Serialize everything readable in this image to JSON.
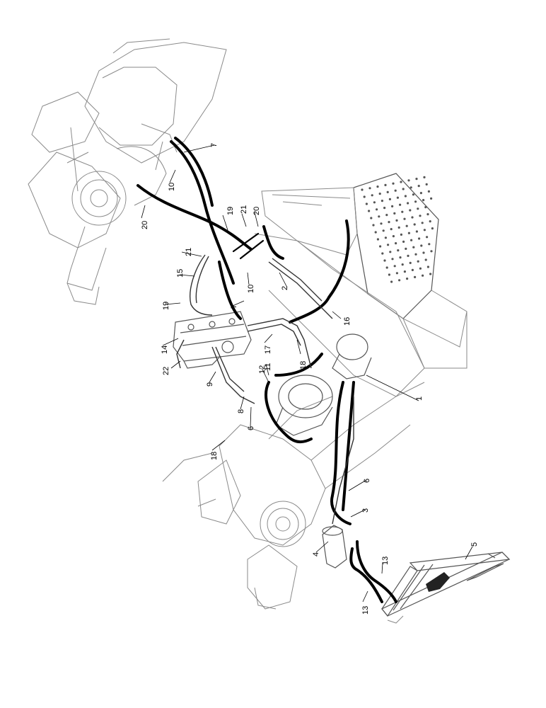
{
  "callouts": [
    {
      "id": "c1",
      "label": "1"
    },
    {
      "id": "c2",
      "label": "2"
    },
    {
      "id": "c3",
      "label": "3"
    },
    {
      "id": "c4",
      "label": "4"
    },
    {
      "id": "c5",
      "label": "5"
    },
    {
      "id": "c6a",
      "label": "6"
    },
    {
      "id": "c6b",
      "label": "6"
    },
    {
      "id": "c7a",
      "label": "7"
    },
    {
      "id": "c7b",
      "label": "7"
    },
    {
      "id": "c8",
      "label": "8"
    },
    {
      "id": "c9",
      "label": "9"
    },
    {
      "id": "c10a",
      "label": "10"
    },
    {
      "id": "c10b",
      "label": "10"
    },
    {
      "id": "c11",
      "label": "11"
    },
    {
      "id": "c12",
      "label": "12"
    },
    {
      "id": "c13a",
      "label": "13"
    },
    {
      "id": "c13b",
      "label": "13"
    },
    {
      "id": "c14",
      "label": "14"
    },
    {
      "id": "c15",
      "label": "15"
    },
    {
      "id": "c16",
      "label": "16"
    },
    {
      "id": "c17",
      "label": "17"
    },
    {
      "id": "c18a",
      "label": "18"
    },
    {
      "id": "c18b",
      "label": "18"
    },
    {
      "id": "c19a",
      "label": "19"
    },
    {
      "id": "c19b",
      "label": "19"
    },
    {
      "id": "c20a",
      "label": "20"
    },
    {
      "id": "c20b",
      "label": "20"
    },
    {
      "id": "c21a",
      "label": "21"
    },
    {
      "id": "c21b",
      "label": "21"
    },
    {
      "id": "c22",
      "label": "22"
    }
  ]
}
